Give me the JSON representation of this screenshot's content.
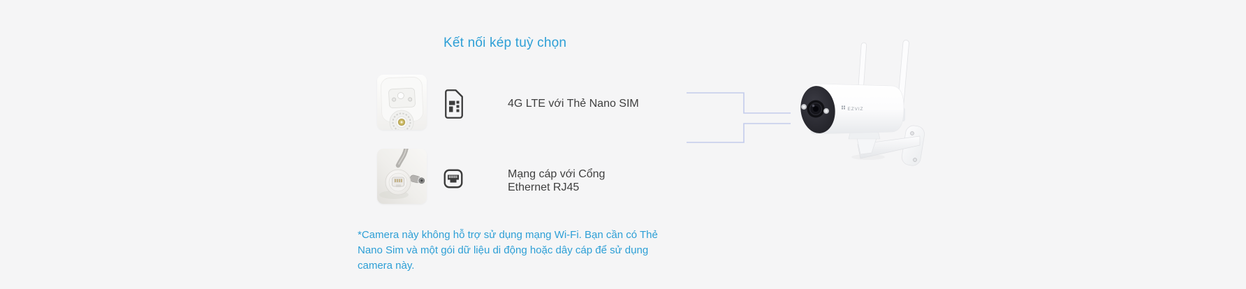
{
  "page": {
    "background": "#f5f5f6"
  },
  "section": {
    "title": "Kết nối kép tuỳ chọn",
    "options": [
      {
        "photo_name": "camera-bottom-sim-slot-photo",
        "icon_name": "nano-sim-card-icon",
        "label": "4G LTE với Thẻ Nano SIM"
      },
      {
        "photo_name": "ethernet-cable-connector-photo",
        "icon_name": "rj45-ethernet-port-icon",
        "label": "Mạng cáp với Cổng\nEthernet RJ45"
      }
    ],
    "footnote": "*Camera này không hỗ trợ sử dụng mạng Wi-Fi. Bạn cần có Thẻ\nNano Sim và một gói dữ liệu di động hoặc dây cáp để sử dụng\ncamera này."
  },
  "product": {
    "logo_text": "EZVIZ",
    "image_name": "ezviz-bullet-camera-on-wall-mount"
  },
  "colors": {
    "accent_blue": "#2d9fd6",
    "body_text": "#3f3f3f",
    "icon_dark": "#3c3c3c",
    "callout_line": "#c3cbec",
    "background": "#f5f5f6"
  }
}
